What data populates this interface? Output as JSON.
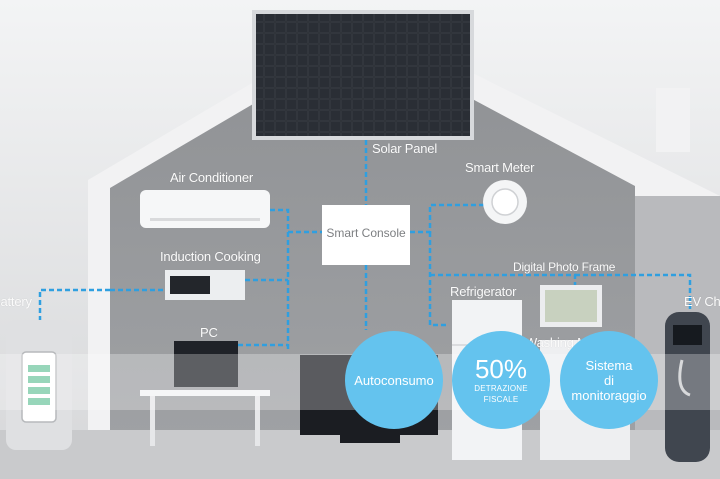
{
  "labels": {
    "solar_panel": "Solar Panel",
    "smart_meter": "Smart Meter",
    "air_conditioner": "Air Conditioner",
    "smart_console": "Smart Console",
    "induction_cooking": "Induction Cooking",
    "digital_photo_frame": "Digital Photo Frame",
    "battery": "Battery",
    "refrigerator": "Refrigerator",
    "ev_charger": "EV Ch",
    "pc": "PC",
    "washing_machine": "Washing M"
  },
  "badges": {
    "autoconsumo": "Autoconsumo",
    "detrazione_value": "50%",
    "detrazione_line1": "DETRAZIONE",
    "detrazione_line2": "FISCALE",
    "monitoraggio_line1": "Sistema",
    "monitoraggio_line2": "di",
    "monitoraggio_line3": "monitoraggio"
  },
  "colors": {
    "badge": "#64c3ee",
    "wall": "#939598",
    "wire": "#2f9fe0",
    "background": "#e9eaec"
  }
}
